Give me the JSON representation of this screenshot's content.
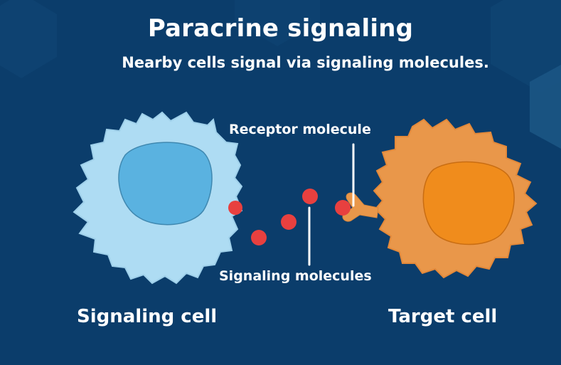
{
  "title": "Paracrine signaling",
  "subtitle": "Nearby cells signal via signaling molecules.",
  "labels": {
    "receptor": "Receptor molecule",
    "molecules": "Signaling molecules",
    "signaling_cell": "Signaling cell",
    "target_cell": "Target cell"
  },
  "colors": {
    "background": "#0b3d6b",
    "signaling_cell_body": "#aedcf3",
    "signaling_cell_nucleus": "#5ab2e0",
    "target_cell_body": "#e9974a",
    "target_cell_nucleus": "#f08c1c",
    "molecule": "#e8403f"
  }
}
